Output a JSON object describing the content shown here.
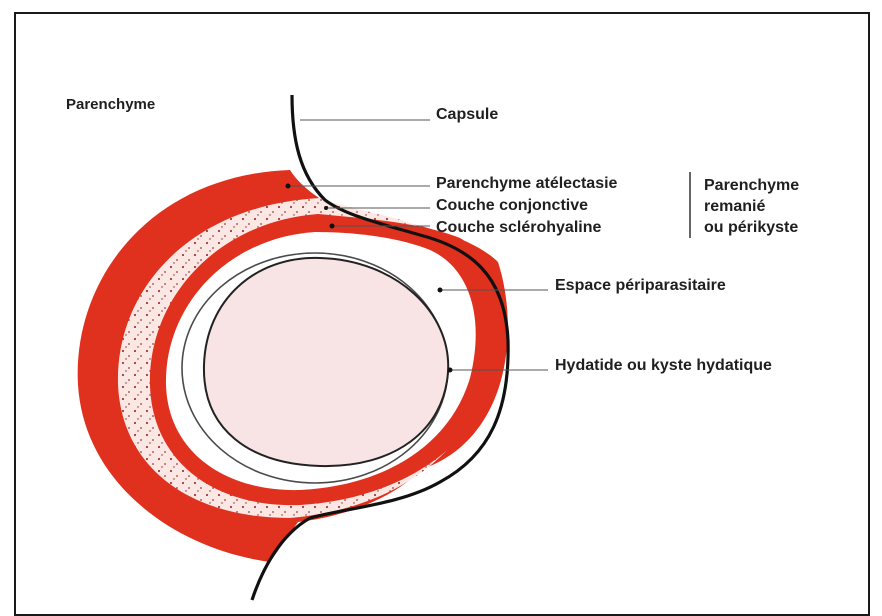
{
  "labels": {
    "parenchyme": "Parenchyme",
    "capsule": "Capsule",
    "parenchyme_atelectasie": "Parenchyme atélectasie",
    "couche_conjonctive": "Couche conjonctive",
    "couche_sclerohyaline": "Couche sclérohyaline",
    "remanie_line1": "Parenchyme",
    "remanie_line2": "remanié",
    "remanie_line3": "ou périkyste",
    "espace": "Espace périparasitaire",
    "hydatide": "Hydatide ou kyste hydatique"
  },
  "colors": {
    "frame": "#1a1a1a",
    "red_layer": "#e0301e",
    "conjonctive": "#fbe8e4",
    "cyst_fill": "#f8e4e4",
    "outline": "#111111",
    "text": "#1f1f1f"
  }
}
